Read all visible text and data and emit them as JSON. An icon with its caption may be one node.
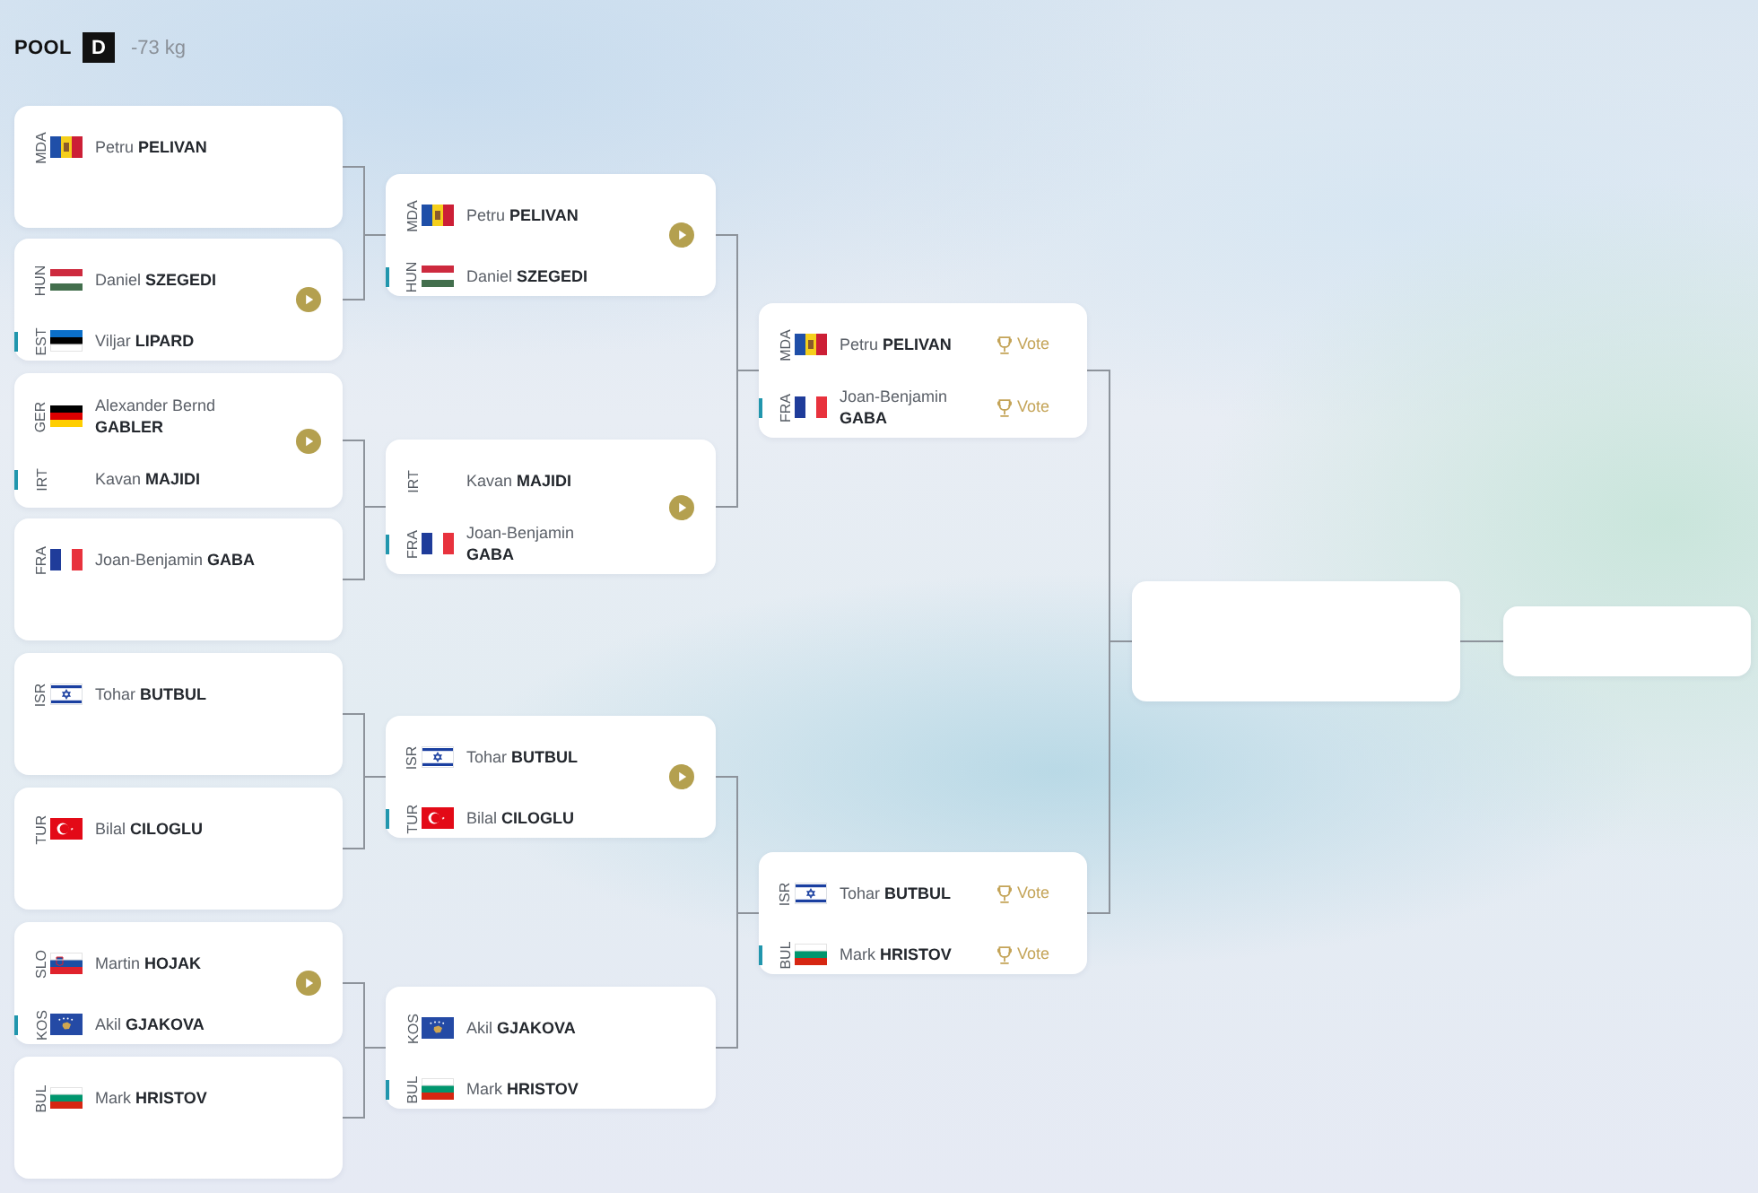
{
  "diagram": {
    "nodes": [
      {
        "text": [
          "MDA",
          "Petru **PELIVAN**"
        ]
      },
      {
        "text": [
          "HUN",
          "Daniel **SZEGEDI**",
          "EST",
          "Viljar **LIPARD**"
        ]
      },
      {
        "text": [
          "GER",
          "Alexander Bernd **GABLER**",
          "IRT",
          "Kavan **MAJIDI**"
        ]
      },
      {
        "text": [
          "FRA",
          "Joan-Benjamin **GABA**"
        ]
      },
      {
        "text": [
          "ISR",
          "Tohar **BUTBUL**"
        ]
      },
      {
        "text": [
          "TUR",
          "Bilal **CILOGLU**"
        ]
      },
      {
        "text": [
          "SLO",
          "Martin **HOJAK**",
          "KOS",
          "Akil **GJAKOVA**"
        ]
      },
      {
        "text": [
          "BUL",
          "Mark **HRISTOV**"
        ]
      },
      {
        "text": [
          "MDA",
          "Petru **PELIVAN**",
          "HUN",
          "Daniel **SZEGEDI**"
        ]
      },
      {
        "text": [
          "IRT",
          "Kavan **MAJIDI**",
          "FRA",
          "Joan-Benjamin **GABA**"
        ]
      },
      {
        "text": [
          "ISR",
          "Tohar **BUTBUL**",
          "TUR",
          "Bilal **CILOGLU**"
        ]
      },
      {
        "text": [
          "KOS",
          "Akil **GJAKOVA**",
          "BUL",
          "Mark **HRISTOV**"
        ]
      },
      {
        "text": [
          "MDA",
          "Petru **PELIVAN**",
          "Vote",
          "FRA",
          "Joan-Benjamin **GABA**",
          "Vote"
        ]
      },
      {
        "text": [
          "ISR",
          "Tohar **BUTBUL**",
          "Vote",
          "BUL",
          "Mark **HRISTOV**",
          "Vote"
        ]
      },
      {
        "text": [],
        "shape": "box"
      },
      {
        "text": [],
        "shape": "box"
      }
    ],
    "edges": [
      {
        "from": 0,
        "to": 8,
        "arrow": "none"
      },
      {
        "from": 1,
        "to": 8,
        "arrow": "none"
      },
      {
        "from": 2,
        "to": 9,
        "arrow": "none"
      },
      {
        "from": 3,
        "to": 9,
        "arrow": "none"
      },
      {
        "from": 4,
        "to": 10,
        "arrow": "none"
      },
      {
        "from": 5,
        "to": 10,
        "arrow": "none"
      },
      {
        "from": 6,
        "to": 11,
        "arrow": "none"
      },
      {
        "from": 7,
        "to": 11,
        "arrow": "none"
      },
      {
        "from": 8,
        "to": 12,
        "arrow": "none"
      },
      {
        "from": 9,
        "to": 12,
        "arrow": "none"
      },
      {
        "from": 10,
        "to": 13,
        "arrow": "none"
      },
      {
        "from": 11,
        "to": 13,
        "arrow": "none"
      },
      {
        "from": 12,
        "to": 14,
        "arrow": "none"
      },
      {
        "from": 13,
        "to": 14,
        "arrow": "none"
      },
      {
        "from": 14,
        "to": 15,
        "arrow": "none"
      }
    ],
    "labels": [
      "POOL",
      "D",
      "-73 kg"
    ]
  }
}
